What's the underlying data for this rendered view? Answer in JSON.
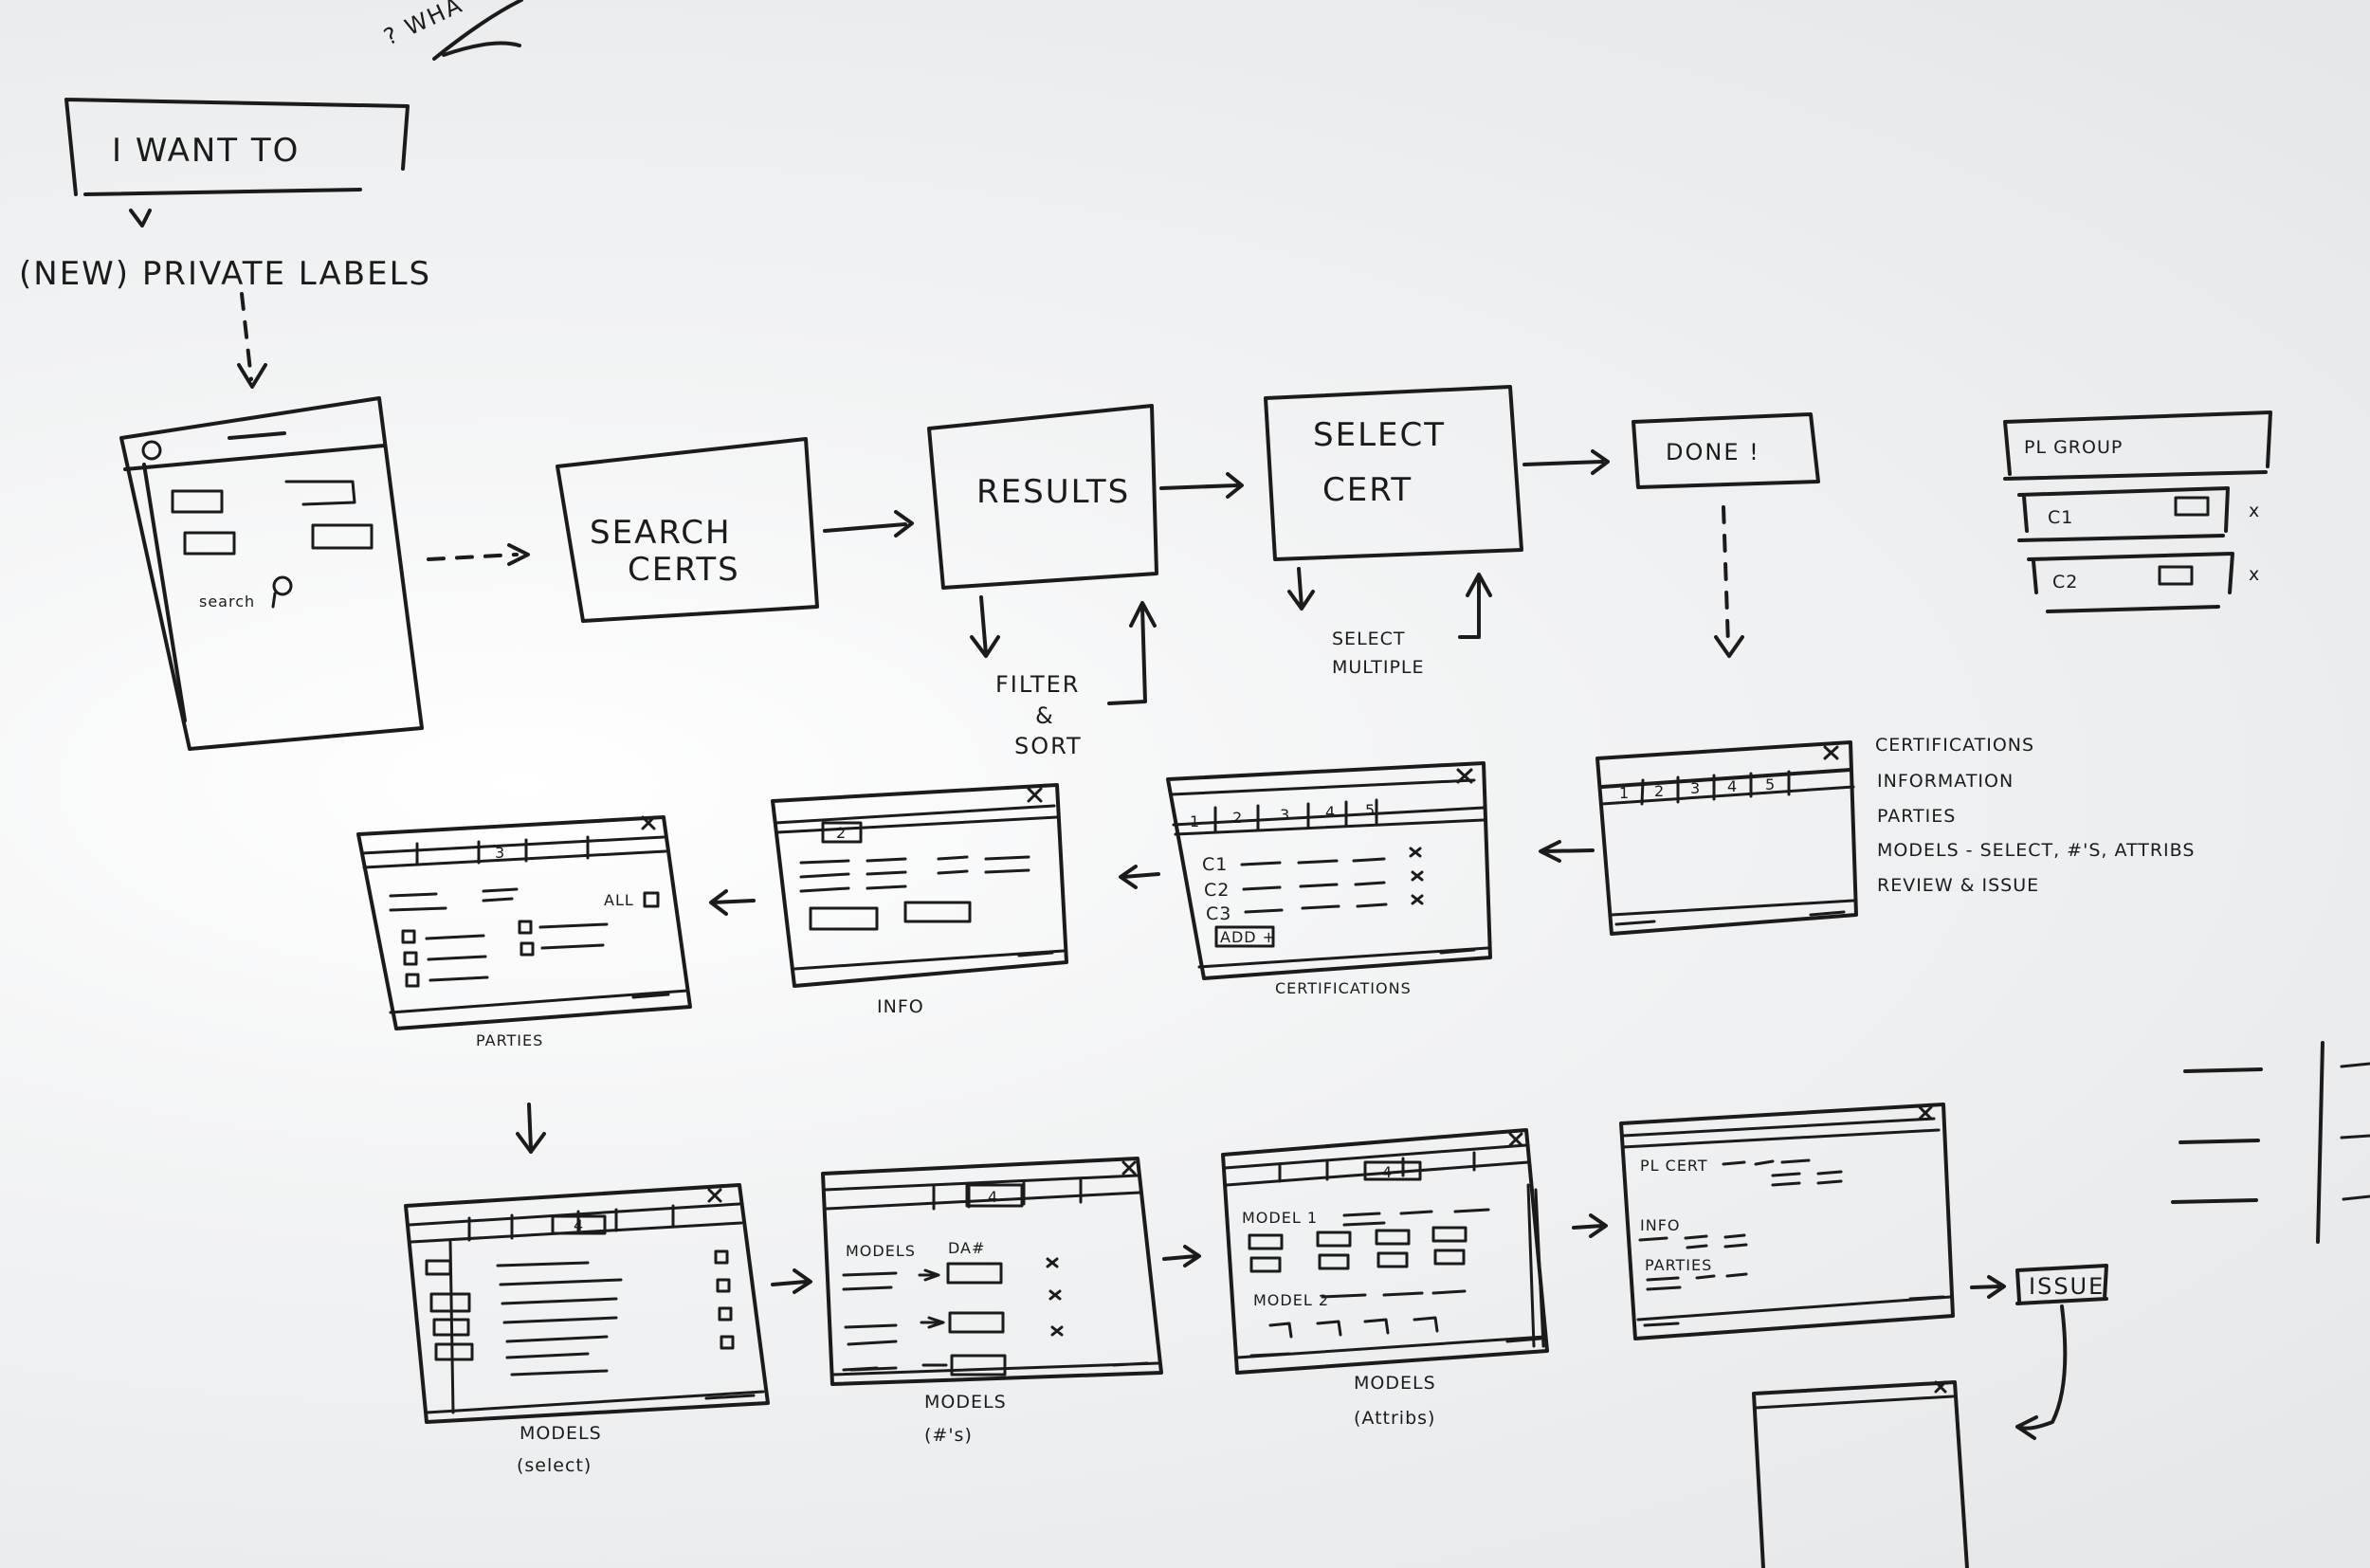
{
  "scribble": "? wha",
  "start_box": "I WANT TO",
  "start_sub": "(NEW) PRIVATE LABELS",
  "home_search": "search",
  "flow": {
    "search": [
      "SEARCH",
      "CERTS"
    ],
    "results": "RESULTS",
    "select": [
      "SELECT",
      "CERT"
    ],
    "done": "DONE !",
    "filter": [
      "FILTER",
      "&",
      "SORT"
    ],
    "select_multiple": [
      "SELECT",
      "MULTIPLE"
    ]
  },
  "pl_group": {
    "title": "PL GROUP",
    "rows": [
      "C1",
      "C2"
    ],
    "x": "x"
  },
  "wizard_tabs": [
    "1",
    "2",
    "3",
    "4",
    "5"
  ],
  "steps": [
    "CERTIFICATIONS",
    "INFORMATION",
    "PARTIES",
    "MODELS - select, #'s, attribs",
    "REVIEW & ISSUE"
  ],
  "certs_screen": {
    "rows": [
      "C1",
      "C2",
      "C3"
    ],
    "add": "ADD +",
    "label": "CERTIFICATIONS"
  },
  "info_screen": {
    "tab": "2",
    "label": "INFO"
  },
  "parties_screen": {
    "tab": "3",
    "all": "ALL",
    "label": "PARTIES"
  },
  "models_select": {
    "tab": "4",
    "label": [
      "MODELS",
      "(select)"
    ]
  },
  "models_nums": {
    "tab": "4",
    "col1": "MODELS",
    "col2": "DA#",
    "label": [
      "MODELS",
      "(#'s)"
    ]
  },
  "models_attribs": {
    "tab": "4",
    "model1": "MODEL 1",
    "model2": "MODEL 2",
    "label": [
      "MODELS",
      "(Attribs)"
    ]
  },
  "review": {
    "pl_cert": "PL CERT",
    "info": "INFO",
    "parties": "PARTIES"
  },
  "issue": "ISSUE"
}
